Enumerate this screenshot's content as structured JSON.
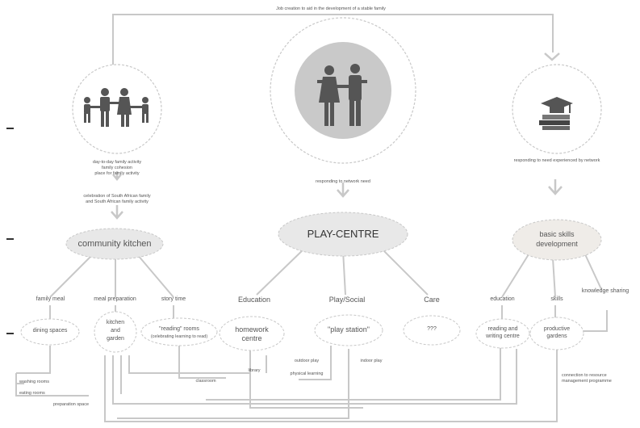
{
  "top_caption": "Job creation to aid in the development of a stable family",
  "left": {
    "desc_lines": [
      "day-to-day family activity",
      "family cohesion",
      "place for family activity"
    ],
    "celebration_lines": [
      "celebration of South African family",
      "and South African family activity"
    ],
    "main_node": "community kitchen",
    "branches": [
      "family meal",
      "meal preparation",
      "story time"
    ],
    "nodes": {
      "dining": "dining spaces",
      "kitchen": [
        "kitchen",
        "and",
        "garden"
      ],
      "reading": "\"reading\" rooms",
      "reading_sub": "(celebrating learning to read)"
    },
    "bottom_labels": [
      "washing rooms",
      "eating rooms",
      "preparation space"
    ]
  },
  "center": {
    "desc": "responding to network need",
    "main_node": "PLAY-CENTRE",
    "branches": [
      "Education",
      "Play/Social",
      "Care"
    ],
    "nodes": {
      "homework": [
        "homework",
        "centre"
      ],
      "play_station": "\"play station\"",
      "care": "???"
    },
    "sub_labels": [
      "library",
      "outdoor play",
      "indoor play",
      "physical learning",
      "classroom"
    ]
  },
  "right": {
    "desc": "responding to need experienced by network",
    "main_node": [
      "basic skills",
      "development"
    ],
    "branches": [
      "education",
      "skills",
      "knowledge sharing"
    ],
    "nodes": {
      "reading_writing": [
        "reading and",
        "writing centre"
      ],
      "gardens": [
        "productive",
        "gardens"
      ]
    },
    "connection_label": [
      "connection to resource",
      "management programme"
    ]
  },
  "colors": {
    "line": "#c8c8c8",
    "node_fill": "#e8e8e8",
    "big_circle": "#c9c9c9",
    "icon": "#555555"
  },
  "icons": [
    "family-icon",
    "couple-icon",
    "graduation-books-icon",
    "arrow-down-icon"
  ]
}
